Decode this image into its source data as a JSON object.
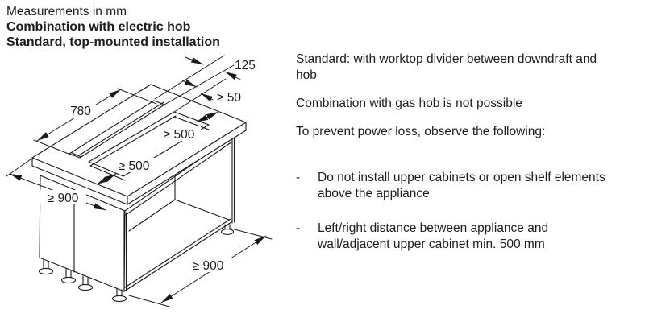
{
  "header": {
    "note": "Measurements in mm",
    "title1": "Combination with electric hob",
    "title2": "Standard, top-mounted installation"
  },
  "diagram": {
    "labels": {
      "slot_width": "125",
      "divider_min": "≥ 50",
      "slot_length": "780",
      "clearance_right_min": "≥ 500",
      "clearance_left_min": "≥ 500",
      "worktop_height_min": "≥ 900",
      "cabinet_depth_min": "≥ 900"
    }
  },
  "notes": {
    "para1": "Standard: with worktop divider between downdraft and hob",
    "para2": "Combination with gas hob is not possible",
    "para3": "To prevent power loss, observe the following:",
    "bullets": [
      {
        "marker": "-",
        "text": "Do not install upper cabinets or open shelf elements above the appliance"
      },
      {
        "marker": "-",
        "text": "Left/right distance between appliance and wall/adjacent upper cabinet min. 500 mm"
      }
    ]
  },
  "colors": {
    "ink": "#1d1d1b",
    "line": "#1a1a1a",
    "background": "#ffffff"
  }
}
